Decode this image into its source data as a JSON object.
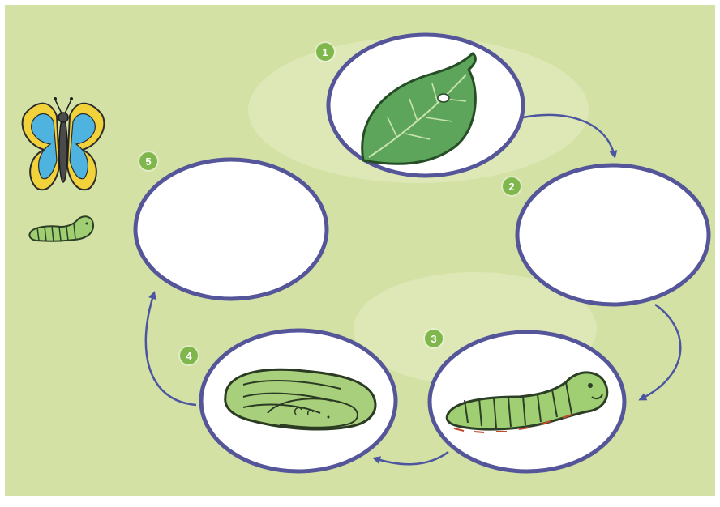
{
  "lifecycle": {
    "stages": [
      {
        "number": "1",
        "icon": "egg-on-leaf-icon"
      },
      {
        "number": "2",
        "icon": ""
      },
      {
        "number": "3",
        "icon": "caterpillar-icon"
      },
      {
        "number": "4",
        "icon": "pupa-icon"
      },
      {
        "number": "5",
        "icon": ""
      }
    ],
    "cards": [
      {
        "icon": "butterfly-icon"
      },
      {
        "icon": "small-caterpillar-icon"
      }
    ]
  },
  "colors": {
    "background": "#d3e1a5",
    "ring": "#55559a",
    "arrow": "#4b55a0",
    "badge": "#7fb74c",
    "leaf": "#5da55a",
    "caterpillar": "#9fcf72",
    "butterfly_wing": "#4fb3e0",
    "butterfly_border": "#f2d23a"
  }
}
